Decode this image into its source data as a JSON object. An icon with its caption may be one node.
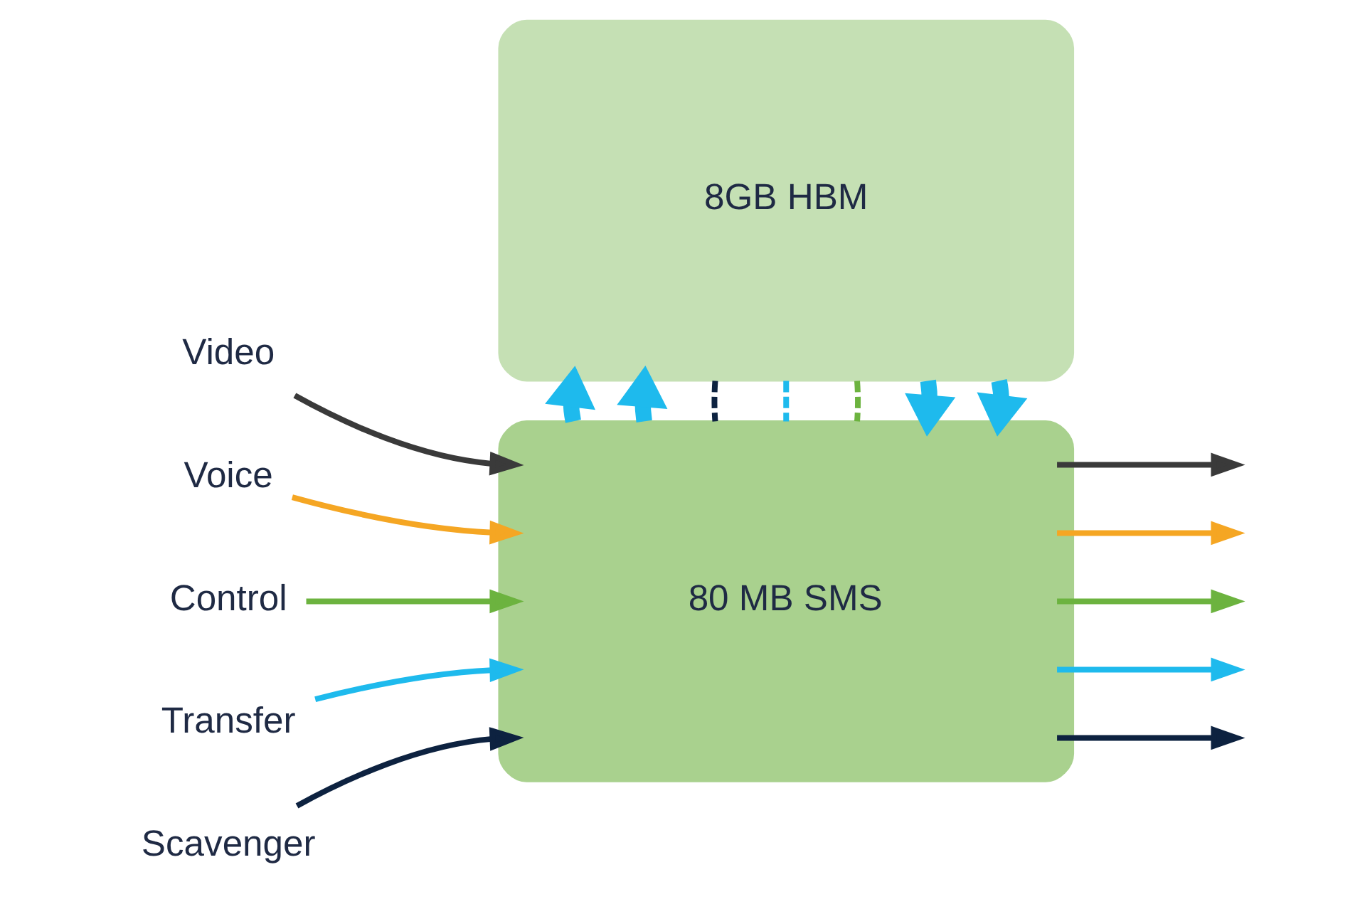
{
  "diagram": {
    "nodes": [
      {
        "text": [
          "8GB HBM"
        ]
      },
      {
        "text": [
          "80 MB SMS"
        ]
      },
      {
        "text": [
          "Video"
        ]
      },
      {
        "text": [
          "Voice"
        ]
      },
      {
        "text": [
          "Control"
        ]
      },
      {
        "text": [
          "Transfer"
        ]
      },
      {
        "text": [
          "Scavenger"
        ]
      }
    ],
    "edges": [
      {
        "from": 2,
        "to": 1,
        "arrow": "to",
        "color": "#3a3a3a"
      },
      {
        "from": 3,
        "to": 1,
        "arrow": "to",
        "color": "#f5a623"
      },
      {
        "from": 4,
        "to": 1,
        "arrow": "to",
        "color": "#6cb33f"
      },
      {
        "from": 5,
        "to": 1,
        "arrow": "to",
        "color": "#1ebaed"
      },
      {
        "from": 6,
        "to": 1,
        "arrow": "to",
        "color": "#0d2240"
      },
      {
        "from": 1,
        "to": null,
        "arrow": "to",
        "color": "#3a3a3a"
      },
      {
        "from": 1,
        "to": null,
        "arrow": "to",
        "color": "#f5a623"
      },
      {
        "from": 1,
        "to": null,
        "arrow": "to",
        "color": "#6cb33f"
      },
      {
        "from": 1,
        "to": null,
        "arrow": "to",
        "color": "#1ebaed"
      },
      {
        "from": 1,
        "to": null,
        "arrow": "to",
        "color": "#0d2240"
      },
      {
        "from": 1,
        "to": 0,
        "arrow": "none",
        "style": "dashed",
        "color": "#6cb33f"
      },
      {
        "from": 1,
        "to": 0,
        "arrow": "none",
        "style": "dashed",
        "color": "#1ebaed"
      },
      {
        "from": 1,
        "to": 0,
        "arrow": "none",
        "style": "dashed",
        "color": "#0d2240"
      },
      {
        "from": 1,
        "to": 0,
        "arrow": "to",
        "style": "thick",
        "color": "#1ebaed"
      },
      {
        "from": 1,
        "to": 0,
        "arrow": "to",
        "style": "thick",
        "color": "#1ebaed"
      },
      {
        "from": 0,
        "to": 1,
        "arrow": "to",
        "style": "thick",
        "color": "#1ebaed"
      },
      {
        "from": 0,
        "to": 1,
        "arrow": "to",
        "style": "thick",
        "color": "#1ebaed"
      }
    ]
  }
}
